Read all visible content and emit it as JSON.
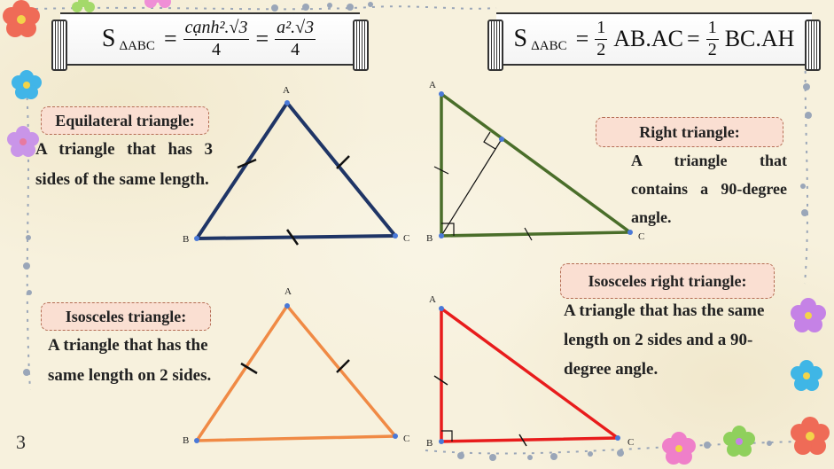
{
  "formulas": {
    "equilateral_area": {
      "lhs": "S",
      "lhs_sub": "ΔABC",
      "frac1_num": "cạnh².√3",
      "frac1_den": "4",
      "frac2_num": "a².√3",
      "frac2_den": "4"
    },
    "right_area": {
      "lhs": "S",
      "lhs_sub": "ΔABC",
      "half_num": "1",
      "half_den": "2",
      "term1": "AB.AC",
      "term2": "BC.AH"
    },
    "eq": "="
  },
  "sections": {
    "equilateral": {
      "title": "Equilateral triangle:",
      "description": "A triangle that has 3 sides of the same length."
    },
    "right": {
      "title": "Right triangle:",
      "description": "A triangle that contains a 90-degree angle."
    },
    "isosceles": {
      "title": "Isosceles triangle:",
      "description": "A triangle that has the same length on 2 sides."
    },
    "isosceles_right": {
      "title": "Isosceles right triangle:",
      "description": "A triangle that has the same length on 2 sides and a 90-degree angle."
    }
  },
  "vertex_labels": {
    "a": "A",
    "b": "B",
    "c": "C"
  },
  "page_number": "3",
  "colors": {
    "equilateral": "#1f3566",
    "right": "#4a6e2a",
    "isosceles": "#f08a45",
    "isosceles_right": "#e81c1c",
    "vertex_dot": "#4a79d8",
    "label_fill": "#fadfd2",
    "border_dots": "#9aa6b8"
  }
}
